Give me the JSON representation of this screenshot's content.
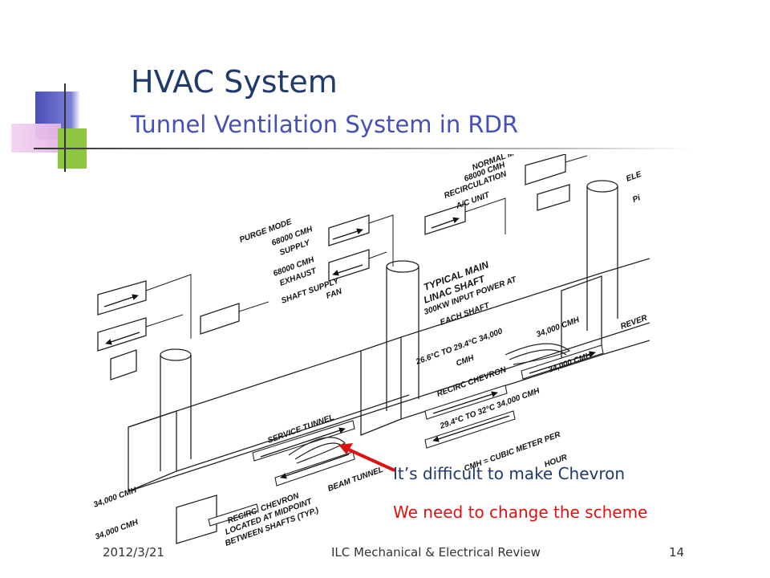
{
  "slide": {
    "title": "HVAC System",
    "subtitle": "Tunnel Ventilation System in RDR"
  },
  "diagram": {
    "labels": {
      "normal_mode": "NORMAL M",
      "normal_cmh": "68000 CMH",
      "recirculation": "RECIRCULATION",
      "ac_unit": "A/C UNIT",
      "purge_mode": "PURGE MODE",
      "purge_cmh": "68000 CMH",
      "supply": "SUPPLY",
      "exhaust_cmh": "68000 CMH",
      "exhaust": "EXHAUST",
      "shaft_supply": "SHAFT SUPPLY",
      "fan": "FAN",
      "typical_main": "TYPICAL MAIN",
      "linac_shaft": "LINAC SHAFT",
      "input_power": "300KW INPUT POWER AT",
      "each_shaft": "EACH SHAFT",
      "temp_range_1": "26.6°C TO 29.4°C 34,000",
      "cmh_1": "CMH",
      "cmh_34000_a": "34,000 CMH",
      "cmh_34000_b": "34,000 CMH",
      "recirc_chevron": "RECIRC CHEVRON",
      "temp_range_2": "29.4°C TO 32°C 34,000 CMH",
      "service_tunnel": "SERVICE TUNNEL",
      "beam_tunnel": "BEAM TUNNEL",
      "cmh_def_1": "CMH = CUBIC METER PER",
      "cmh_def_2": "HOUR",
      "cmh_left_1": "34,000 CMH",
      "cmh_left_2": "34,000 CMH",
      "recirc_chevron_2": "RECIRC. CHEVRON",
      "located": "LOCATED AT MIDPOINT",
      "between": "BETWEEN SHAFTS (TYP.)",
      "ele": "ELE",
      "pi": "Pi",
      "rever": "REVER"
    }
  },
  "callouts": {
    "difficult": "It’s difficult to make Chevron",
    "change": "We need to change the scheme"
  },
  "footer": {
    "date": "2012/3/21",
    "title": "ILC Mechanical & Electrical Review",
    "page": "14"
  },
  "colors": {
    "title": "#1f3a6b",
    "subtitle": "#4650b5",
    "callout_blue": "#1f3a6b",
    "callout_red": "#e01010",
    "arrow_red": "#e01010"
  }
}
